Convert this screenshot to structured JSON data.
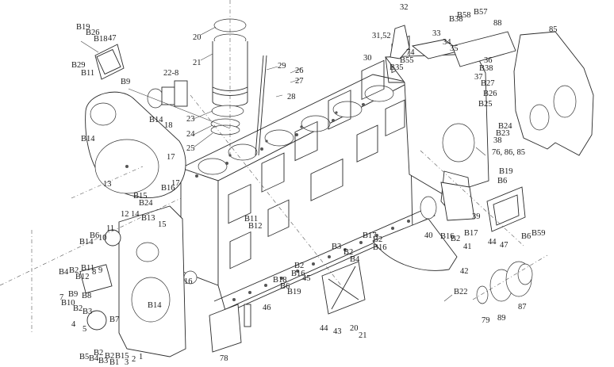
{
  "diagram": {
    "title": "Engine block exploded parts diagram",
    "callouts": [
      {
        "id": "c-b19-top",
        "text": "B19"
      },
      {
        "id": "c-b26-top",
        "text": "B26"
      },
      {
        "id": "c-b18-top",
        "text": "B18"
      },
      {
        "id": "c-47-top",
        "text": "47"
      },
      {
        "id": "c-b29",
        "text": "B29"
      },
      {
        "id": "c-b11-top",
        "text": "B11"
      },
      {
        "id": "c-b9",
        "text": "B9"
      },
      {
        "id": "c-22-8",
        "text": "22-8"
      },
      {
        "id": "c-20-top",
        "text": "20"
      },
      {
        "id": "c-21-top",
        "text": "21"
      },
      {
        "id": "c-23",
        "text": "23"
      },
      {
        "id": "c-24",
        "text": "24"
      },
      {
        "id": "c-25",
        "text": "25"
      },
      {
        "id": "c-29",
        "text": "29"
      },
      {
        "id": "c-26",
        "text": "26"
      },
      {
        "id": "c-27",
        "text": "27"
      },
      {
        "id": "c-28",
        "text": "28"
      },
      {
        "id": "c-32",
        "text": "32"
      },
      {
        "id": "c-31-52",
        "text": "31,52"
      },
      {
        "id": "c-30",
        "text": "30"
      },
      {
        "id": "c-33",
        "text": "33"
      },
      {
        "id": "c-74",
        "text": "74"
      },
      {
        "id": "c-b55",
        "text": "B55"
      },
      {
        "id": "c-b35",
        "text": "B35"
      },
      {
        "id": "c-34",
        "text": "34"
      },
      {
        "id": "c-35",
        "text": "35"
      },
      {
        "id": "c-b38-top",
        "text": "B38"
      },
      {
        "id": "c-b58",
        "text": "B58"
      },
      {
        "id": "c-b57",
        "text": "B57"
      },
      {
        "id": "c-88",
        "text": "88"
      },
      {
        "id": "c-36",
        "text": "36"
      },
      {
        "id": "c-b38",
        "text": "B38"
      },
      {
        "id": "c-37",
        "text": "37"
      },
      {
        "id": "c-b27",
        "text": "B27"
      },
      {
        "id": "c-b26",
        "text": "B26"
      },
      {
        "id": "c-b25",
        "text": "B25"
      },
      {
        "id": "c-b24-right",
        "text": "B24"
      },
      {
        "id": "c-b23",
        "text": "B23"
      },
      {
        "id": "c-38",
        "text": "38"
      },
      {
        "id": "c-76-86-85",
        "text": "76, 86, 85"
      },
      {
        "id": "c-85",
        "text": "85"
      },
      {
        "id": "c-b14-a",
        "text": "B14"
      },
      {
        "id": "c-18",
        "text": "18"
      },
      {
        "id": "c-b14-b",
        "text": "B14"
      },
      {
        "id": "c-13",
        "text": "13"
      },
      {
        "id": "c-17-a",
        "text": "17"
      },
      {
        "id": "c-17-b",
        "text": "17"
      },
      {
        "id": "c-b16-a",
        "text": "B16"
      },
      {
        "id": "c-b15-a",
        "text": "B15"
      },
      {
        "id": "c-b24-left",
        "text": "B24"
      },
      {
        "id": "c-b13",
        "text": "B13"
      },
      {
        "id": "c-12",
        "text": "12"
      },
      {
        "id": "c-14",
        "text": "14"
      },
      {
        "id": "c-15",
        "text": "15"
      },
      {
        "id": "c-16",
        "text": "16"
      },
      {
        "id": "c-11",
        "text": "11"
      },
      {
        "id": "c-10",
        "text": "10"
      },
      {
        "id": "c-b6-left",
        "text": "B6"
      },
      {
        "id": "c-b14-c",
        "text": "B14"
      },
      {
        "id": "c-b4-left",
        "text": "B4"
      },
      {
        "id": "c-b2-a",
        "text": "B2"
      },
      {
        "id": "c-b11-left",
        "text": "B11"
      },
      {
        "id": "c-b12-left",
        "text": "B12"
      },
      {
        "id": "c-8",
        "text": "8"
      },
      {
        "id": "c-9",
        "text": "9"
      },
      {
        "id": "c-b9-left",
        "text": "B9"
      },
      {
        "id": "c-b8",
        "text": "B8"
      },
      {
        "id": "c-7",
        "text": "7"
      },
      {
        "id": "c-b10",
        "text": "B10"
      },
      {
        "id": "c-b2-b",
        "text": "B2"
      },
      {
        "id": "c-b3-left",
        "text": "B3"
      },
      {
        "id": "c-b7",
        "text": "B7"
      },
      {
        "id": "c-b14-d",
        "text": "B14"
      },
      {
        "id": "c-4",
        "text": "4"
      },
      {
        "id": "c-5",
        "text": "5"
      },
      {
        "id": "c-b5",
        "text": "B5"
      },
      {
        "id": "c-b4-bottom",
        "text": "B4"
      },
      {
        "id": "c-b2-c",
        "text": "B2"
      },
      {
        "id": "c-b3-bottom",
        "text": "B3"
      },
      {
        "id": "c-b2-d",
        "text": "B2"
      },
      {
        "id": "c-b1",
        "text": "B1"
      },
      {
        "id": "c-b15-b",
        "text": "B15"
      },
      {
        "id": "c-3",
        "text": "3"
      },
      {
        "id": "c-2",
        "text": "2"
      },
      {
        "id": "c-1",
        "text": "1"
      },
      {
        "id": "c-b11-mid",
        "text": "B11"
      },
      {
        "id": "c-b12-mid",
        "text": "B12"
      },
      {
        "id": "c-b3-mid",
        "text": "B3"
      },
      {
        "id": "c-b2-e",
        "text": "B2"
      },
      {
        "id": "c-b4-mid",
        "text": "B4"
      },
      {
        "id": "c-b2-f",
        "text": "B2"
      },
      {
        "id": "c-b16-b",
        "text": "B16"
      },
      {
        "id": "c-45",
        "text": "45"
      },
      {
        "id": "c-b17-mid",
        "text": "B17"
      },
      {
        "id": "c-b2-g",
        "text": "B2"
      },
      {
        "id": "c-b16-c",
        "text": "B16"
      },
      {
        "id": "c-b18-mid",
        "text": "B18"
      },
      {
        "id": "c-b6-mid",
        "text": "B6"
      },
      {
        "id": "c-b19-mid",
        "text": "B19"
      },
      {
        "id": "c-46",
        "text": "46"
      },
      {
        "id": "c-78",
        "text": "78"
      },
      {
        "id": "c-44-bottom",
        "text": "44"
      },
      {
        "id": "c-43",
        "text": "43"
      },
      {
        "id": "c-20-bottom",
        "text": "20"
      },
      {
        "id": "c-21-bottom",
        "text": "21"
      },
      {
        "id": "c-b19-right",
        "text": "B19"
      },
      {
        "id": "c-b6-right",
        "text": "B6"
      },
      {
        "id": "c-39",
        "text": "39"
      },
      {
        "id": "c-40",
        "text": "40"
      },
      {
        "id": "c-b16-d",
        "text": "B16"
      },
      {
        "id": "c-b2-h",
        "text": "B2"
      },
      {
        "id": "c-b17-right",
        "text": "B17"
      },
      {
        "id": "c-41",
        "text": "41"
      },
      {
        "id": "c-44-right",
        "text": "44"
      },
      {
        "id": "c-47-right",
        "text": "47"
      },
      {
        "id": "c-42",
        "text": "42"
      },
      {
        "id": "c-b22",
        "text": "B22"
      },
      {
        "id": "c-b6-far",
        "text": "B6"
      },
      {
        "id": "c-b59",
        "text": "B59"
      },
      {
        "id": "c-79",
        "text": "79"
      },
      {
        "id": "c-89",
        "text": "89"
      },
      {
        "id": "c-87",
        "text": "87"
      }
    ]
  }
}
